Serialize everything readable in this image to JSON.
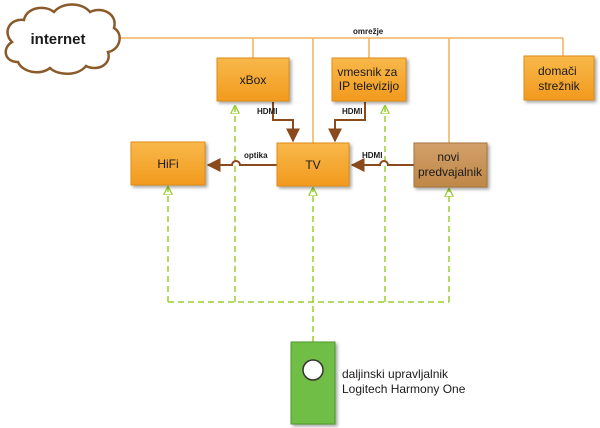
{
  "nodes": {
    "internet": "internet",
    "xbox": "xBox",
    "iptv": [
      "vmesnik za",
      "IP televizijo"
    ],
    "home_server": [
      "domači",
      "strežnik"
    ],
    "hifi": "HiFi",
    "tv": "TV",
    "receiver": [
      "novi",
      "predvajalnik"
    ],
    "remote": [
      "daljinski upravljalnik",
      "Logitech Harmony One"
    ]
  },
  "edges": {
    "network": "omrežje",
    "hdmi_xbox": "HDMI",
    "hdmi_iptv": "HDMI",
    "hdmi_receiver": "HDMI",
    "optical": "optika"
  },
  "colors": {
    "box_fill": "#f5a623",
    "box_stroke": "#e8951a",
    "receiver_fill": "#c8955a",
    "network_line": "#f0b25a",
    "signal_arrow": "#8b4a1c",
    "remote_fill": "#6fbe44",
    "ir_line": "#9acd32"
  }
}
